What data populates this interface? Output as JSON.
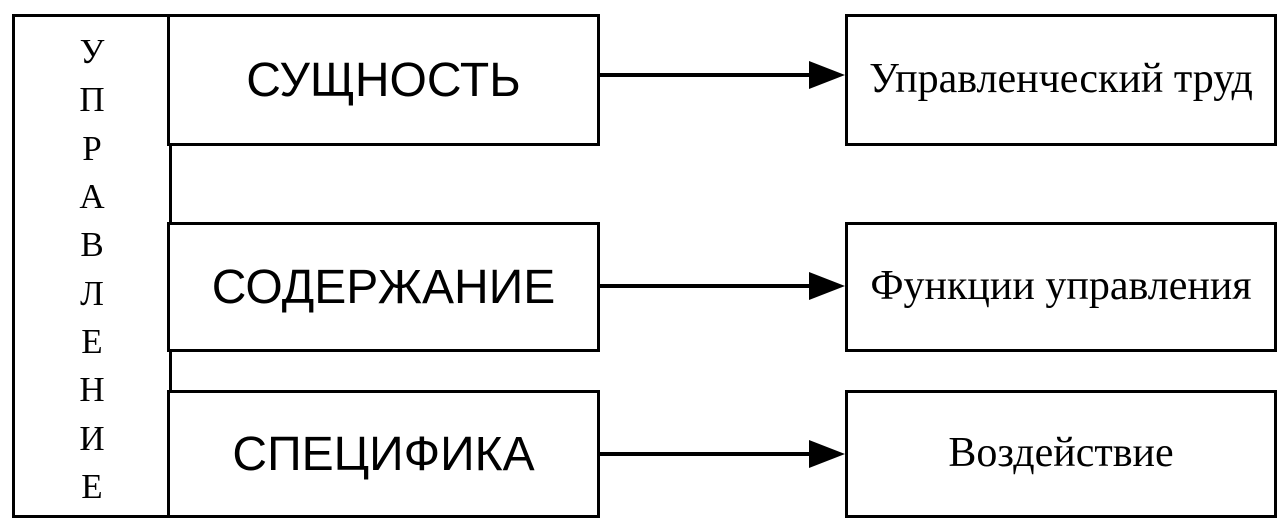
{
  "outer_label": "УПРАВЛЕНИЕ",
  "rows": [
    {
      "aspect": "СУЩНОСТЬ",
      "result": "Управленческий труд"
    },
    {
      "aspect": "СОДЕРЖАНИЕ",
      "result": "Функции управления"
    },
    {
      "aspect": "СПЕЦИФИКА",
      "result": "Воздействие"
    }
  ]
}
